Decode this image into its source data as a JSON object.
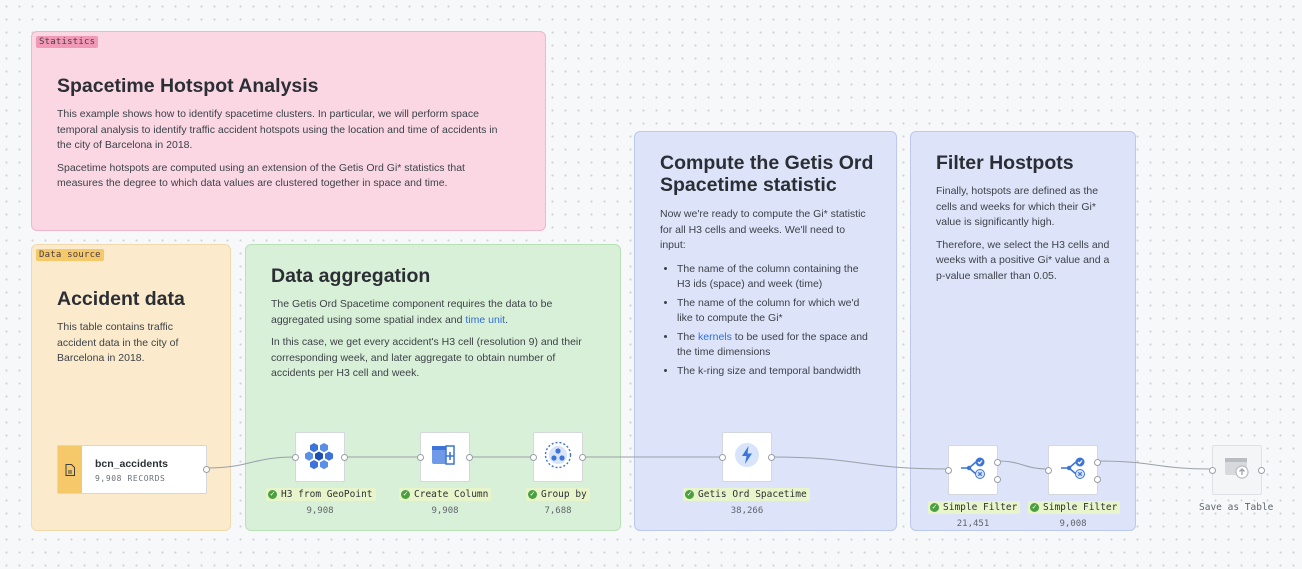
{
  "groups": {
    "statistics": {
      "tag": "Statistics",
      "title": "Spacetime Hotspot Analysis",
      "p1": "This example shows how to identify spacetime clusters. In particular, we will perform space temporal analysis to identify traffic accident hotspots using the location and time of accidents in the city of Barcelona in 2018.",
      "p2": "Spacetime hotspots are computed using an extension of the Getis Ord Gi* statistics that measures the degree to which data values are clustered together in space and time."
    },
    "data_source": {
      "tag": "Data source",
      "title": "Accident data",
      "p1": "This table contains traffic accident data in the city of Barcelona in 2018."
    },
    "aggregation": {
      "title": "Data aggregation",
      "p1_a": "The Getis Ord Spacetime component requires the data to be aggregated using some spatial index and ",
      "p1_link": "time unit",
      "p1_b": ".",
      "p2": "In this case, we get every accident's H3 cell (resolution 9) and their corresponding week, and later aggregate to obtain number of accidents per H3 cell and week."
    },
    "getis": {
      "title": "Compute the Getis Ord Spacetime statistic",
      "p1": "Now we're ready to compute the Gi* statistic for all H3 cells and weeks. We'll need to input:",
      "b1": "The name of the column containing the H3 ids (space) and week (time)",
      "b2": "The name of the column for which we'd like to compute the Gi*",
      "b3_a": "The ",
      "b3_link": "kernels",
      "b3_b": " to be used for the space and the time dimensions",
      "b4": "The k-ring size and temporal bandwidth"
    },
    "filter": {
      "title": "Filter Hostpots",
      "p1": "Finally, hotspots are defined as the cells and weeks for which their Gi* value is significantly high.",
      "p2": "Therefore, we select the H3 cells and weeks with a positive Gi* value and a p-value smaller than 0.05."
    }
  },
  "source": {
    "name": "bcn_accidents",
    "records": "9,908 RECORDS",
    "icon": "table-file-icon"
  },
  "nodes": {
    "h3": {
      "label": "H3 from GeoPoint",
      "count": "9,908",
      "icon": "h3-hexagons-icon"
    },
    "create_column": {
      "label": "Create Column",
      "count": "9,908",
      "icon": "add-column-icon"
    },
    "group_by": {
      "label": "Group by",
      "count": "7,688",
      "icon": "group-dots-icon"
    },
    "getis": {
      "label": "Getis Ord Spacetime",
      "count": "38,266",
      "icon": "lightning-icon"
    },
    "filter1": {
      "label": "Simple Filter",
      "count": "21,451",
      "icon": "filter-branch-icon"
    },
    "filter2": {
      "label": "Simple Filter",
      "count": "9,008",
      "icon": "filter-branch-icon"
    },
    "save": {
      "label": "Save as Table",
      "icon": "save-table-icon"
    }
  },
  "colors": {
    "statistics_bg": "#fad7e3",
    "source_bg": "#fbeacc",
    "aggregation_bg": "#d9f0d8",
    "analysis_bg": "#dde3f8",
    "success": "#4aa03f",
    "link": "#2f6fd6"
  }
}
